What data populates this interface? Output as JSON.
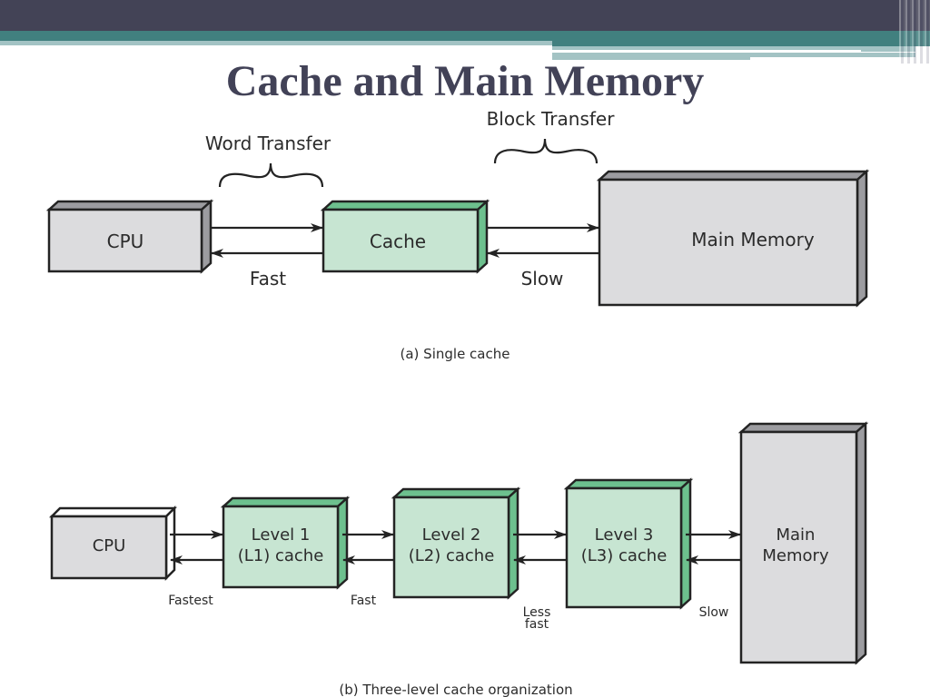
{
  "slide": {
    "title": "Cache and Main Memory",
    "colors": {
      "header_dark": "#434356",
      "header_teal": "#41807f",
      "header_light": "#a3c3c4",
      "title_text": "#424257",
      "box_gray_front": "#dcdcde",
      "box_gray_side": "#9c9ca0",
      "box_green_front": "#c7e5d2",
      "box_green_side": "#6dc08e",
      "stroke": "#232323"
    }
  },
  "diagram_a": {
    "caption": "(a) Single cache",
    "word_transfer_label": "Word Transfer",
    "block_transfer_label": "Block Transfer",
    "boxes": [
      {
        "id": "cpu",
        "label": "CPU"
      },
      {
        "id": "cache",
        "label": "Cache"
      },
      {
        "id": "main-memory",
        "label": "Main Memory"
      }
    ],
    "speed_labels": [
      "Fast",
      "Slow"
    ]
  },
  "diagram_b": {
    "caption": "(b) Three-level cache organization",
    "boxes": [
      {
        "id": "cpu",
        "lines": [
          "CPU"
        ]
      },
      {
        "id": "l1",
        "lines": [
          "Level 1",
          "(L1) cache"
        ]
      },
      {
        "id": "l2",
        "lines": [
          "Level 2",
          "(L2) cache"
        ]
      },
      {
        "id": "l3",
        "lines": [
          "Level 3",
          "(L3) cache"
        ]
      },
      {
        "id": "main-memory",
        "lines": [
          "Main",
          "Memory"
        ]
      }
    ],
    "speed_labels": [
      {
        "lines": [
          "Fastest"
        ]
      },
      {
        "lines": [
          "Fast"
        ]
      },
      {
        "lines": [
          "Less",
          "fast"
        ]
      },
      {
        "lines": [
          "Slow"
        ]
      }
    ]
  }
}
